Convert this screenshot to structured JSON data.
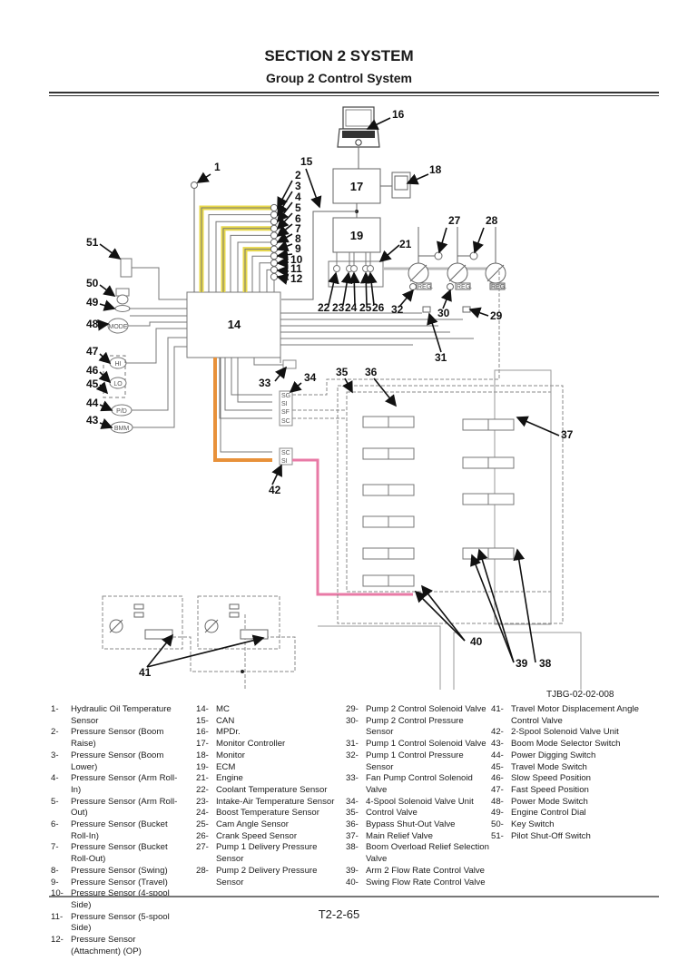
{
  "header": {
    "section": "SECTION 2 SYSTEM",
    "group": "Group 2 Control System"
  },
  "diagram": {
    "figure_code": "TJBG-02-02-008",
    "box_labels": {
      "mc": "14",
      "monitor_controller": "17",
      "ecm": "19"
    },
    "callouts": [
      "1",
      "2",
      "3",
      "4",
      "5",
      "6",
      "7",
      "8",
      "9",
      "10",
      "11",
      "12",
      "15",
      "16",
      "18",
      "21",
      "22",
      "23",
      "24",
      "25",
      "26",
      "27",
      "28",
      "29",
      "30",
      "31",
      "32",
      "33",
      "34",
      "35",
      "36",
      "37",
      "38",
      "39",
      "40",
      "41",
      "42",
      "43",
      "44",
      "45",
      "46",
      "47",
      "48",
      "49",
      "50",
      "51"
    ],
    "switch_labels": {
      "mode": "MODE",
      "hi": "HI",
      "lo": "LO",
      "pd": "P/D",
      "bmm": "BMM"
    },
    "regulator_label": "REG.",
    "solenoid_4spool": [
      "SG",
      "SI",
      "SF",
      "SC"
    ],
    "solenoid_2spool": [
      "SC",
      "SI"
    ],
    "harness_colors": {
      "yellow": "#e8d84a",
      "orange": "#e8913a",
      "pink": "#e87aa6",
      "line": "#666666"
    }
  },
  "legend": {
    "col1": [
      {
        "n": "1-",
        "t": "Hydraulic Oil Temperature Sensor"
      },
      {
        "n": "2-",
        "t": "Pressure Sensor (Boom Raise)"
      },
      {
        "n": "3-",
        "t": "Pressure Sensor (Boom Lower)"
      },
      {
        "n": "4-",
        "t": "Pressure Sensor (Arm Roll-In)"
      },
      {
        "n": "5-",
        "t": "Pressure Sensor (Arm Roll-Out)"
      },
      {
        "n": "6-",
        "t": "Pressure Sensor (Bucket Roll-In)"
      },
      {
        "n": "7-",
        "t": "Pressure Sensor (Bucket Roll-Out)"
      },
      {
        "n": "8-",
        "t": "Pressure Sensor (Swing)"
      },
      {
        "n": "9-",
        "t": "Pressure Sensor (Travel)"
      },
      {
        "n": "10-",
        "t": "Pressure Sensor (4-spool Side)"
      },
      {
        "n": "11-",
        "t": "Pressure Sensor (5-spool Side)"
      },
      {
        "n": "12-",
        "t": "Pressure Sensor (Attachment) (OP)"
      }
    ],
    "col2": [
      {
        "n": "14-",
        "t": "MC"
      },
      {
        "n": "15-",
        "t": "CAN"
      },
      {
        "n": "16-",
        "t": "MPDr."
      },
      {
        "n": "17-",
        "t": "Monitor Controller"
      },
      {
        "n": "18-",
        "t": "Monitor"
      },
      {
        "n": "19-",
        "t": "ECM"
      },
      {
        "n": "21-",
        "t": "Engine"
      },
      {
        "n": "22-",
        "t": "Coolant Temperature Sensor"
      },
      {
        "n": "23-",
        "t": "Intake-Air Temperature Sensor"
      },
      {
        "n": "24-",
        "t": "Boost Temperature Sensor"
      },
      {
        "n": "25-",
        "t": "Cam Angle Sensor"
      },
      {
        "n": "26-",
        "t": "Crank Speed Sensor"
      },
      {
        "n": "27-",
        "t": "Pump 1 Delivery Pressure Sensor"
      },
      {
        "n": "28-",
        "t": "Pump 2 Delivery Pressure Sensor"
      }
    ],
    "col3": [
      {
        "n": "29-",
        "t": "Pump 2 Control Solenoid Valve"
      },
      {
        "n": "30-",
        "t": "Pump 2 Control Pressure Sensor"
      },
      {
        "n": "31-",
        "t": "Pump 1 Control Solenoid Valve"
      },
      {
        "n": "32-",
        "t": "Pump 1 Control Pressure Sensor"
      },
      {
        "n": "33-",
        "t": "Fan Pump Control Solenoid Valve"
      },
      {
        "n": "34-",
        "t": "4-Spool Solenoid Valve Unit"
      },
      {
        "n": "35-",
        "t": "Control Valve"
      },
      {
        "n": "36-",
        "t": "Bypass Shut-Out Valve"
      },
      {
        "n": "37-",
        "t": "Main Relief Valve"
      },
      {
        "n": "38-",
        "t": "Boom Overload Relief Selection Valve"
      },
      {
        "n": "39-",
        "t": "Arm 2 Flow Rate Control Valve"
      },
      {
        "n": "40-",
        "t": "Swing Flow Rate Control Valve"
      }
    ],
    "col4": [
      {
        "n": "41-",
        "t": "Travel Motor Displacement Angle Control Valve"
      },
      {
        "n": "42-",
        "t": "2-Spool Solenoid Valve Unit"
      },
      {
        "n": "43-",
        "t": "Boom Mode Selector Switch"
      },
      {
        "n": "44-",
        "t": "Power Digging Switch"
      },
      {
        "n": "45-",
        "t": "Travel Mode Switch"
      },
      {
        "n": "46-",
        "t": "Slow Speed Position"
      },
      {
        "n": "47-",
        "t": "Fast Speed Position"
      },
      {
        "n": "48-",
        "t": "Power Mode Switch"
      },
      {
        "n": "49-",
        "t": "Engine Control Dial"
      },
      {
        "n": "50-",
        "t": "Key Switch"
      },
      {
        "n": "51-",
        "t": "Pilot Shut-Off Switch"
      }
    ]
  },
  "footer": {
    "page": "T2-2-65"
  }
}
